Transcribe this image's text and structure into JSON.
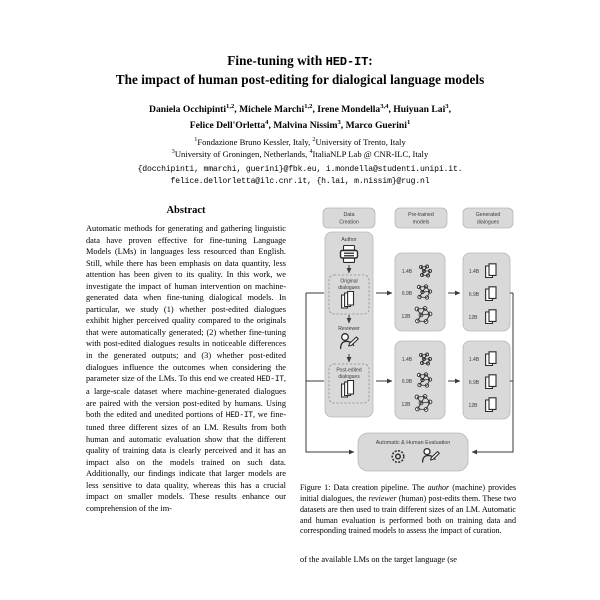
{
  "paper": {
    "title_line1_prefix": "Fine-tuning with ",
    "title_line1_mono": "HED-IT",
    "title_line1_suffix": ":",
    "title_line2": "The impact of human post-editing for dialogical language models",
    "authors_line1": "Daniela Occhipinti",
    "authors_line1_sup1": "1,2",
    "authors_line1_b": ", Michele Marchi",
    "authors_line1_sup2": "1,2",
    "authors_line1_c": ", Irene Mondella",
    "authors_line1_sup3": "3,4",
    "authors_line1_d": ", Huiyuan Lai",
    "authors_line1_sup4": "3",
    "authors_line1_e": ",",
    "authors_line2_a": "Felice Dell'Orletta",
    "authors_line2_sup1": "4",
    "authors_line2_b": ", Malvina Nissim",
    "authors_line2_sup2": "3",
    "authors_line2_c": ", Marco Guerini",
    "authors_line2_sup3": "1",
    "affil_line1_sup1": "1",
    "affil_line1_a": "Fondazione Bruno Kessler, Italy, ",
    "affil_line1_sup2": "2",
    "affil_line1_b": "University of Trento, Italy",
    "affil_line2_sup1": "3",
    "affil_line2_a": "University of Groningen, Netherlands, ",
    "affil_line2_sup2": "4",
    "affil_line2_b": "ItaliaNLP Lab @ CNR-ILC, Italy",
    "email_line1": "{docchipinti, mmarchi, guerini}@fbk.eu, i.mondella@studenti.unipi.it.",
    "email_line2": "felice.dellorletta@ilc.cnr.it, {h.lai, m.nissim}@rug.nl"
  },
  "abstract": {
    "heading": "Abstract",
    "para_part1": "Automatic methods for generating and gathering linguistic data have proven effective for fine-tuning Language Models (LMs) in languages less resourced than English. Still, while there has been emphasis on data quantity, less attention has been given to its quality. In this work, we investigate the impact of human intervention on machine-generated data when fine-tuning dialogical models. In particular, we study (1) whether post-edited dialogues exhibit higher perceived quality compared to the originals that were automatically generated; (2) whether fine-tuning with post-edited dialogues results in noticeable differences in the generated outputs; and (3) whether post-edited dialogues influence the outcomes when considering the parameter size of the LMs. To this end we created ",
    "dataset_name_1": "HED-IT",
    "para_part2": ", a large-scale dataset where machine-generated dialogues are paired with the version post-edited by humans. Using both the edited and unedited portions of ",
    "dataset_name_2": "HED-IT",
    "para_part3": ", we fine-tuned three different sizes of an LM. Results from both human and automatic evaluation show that the different quality of training data is clearly perceived and it has an impact also on the models trained on such data. Additionally, our findings indicate that larger models are less sensitive to data quality, whereas this has a crucial impact on smaller models. These results enhance our comprehension of the im-"
  },
  "figure": {
    "columns": {
      "data_creation": "Data\nCreation",
      "pretrained_models": "Pre-trained\nmodels",
      "generated_dialogues": "Generated\ndialogues"
    },
    "pipeline_nodes": {
      "author": "Author",
      "original_dialogues": "Original\ndialogues",
      "reviewer": "Reviewer",
      "post_edited_dialogues": "Post-edited\ndialogues"
    },
    "model_sizes": [
      "1.4B",
      "6.9B",
      "12B"
    ],
    "dialogue_sizes": [
      "1.4B",
      "6.9B",
      "12B"
    ],
    "evaluation_bar": "Automatic & Human Evaluation",
    "icons": {
      "author": "printer-icon",
      "original": "documents-icon",
      "reviewer": "person-edit-icon",
      "post_edited": "documents-icon",
      "model": "neural-network-icon",
      "dialogue": "document-stack-icon",
      "automatic_eval": "gear-icon",
      "human_eval": "person-eval-icon"
    },
    "colors": {
      "panel_fill": "#d9d9d9",
      "panel_stroke": "#b0b0b0",
      "text": "#3b3b3b",
      "arrow": "#3a3a3a"
    },
    "caption_prefix": "Figure 1: ",
    "caption_part1": "Data creation pipeline. The ",
    "caption_em1": "author",
    "caption_part2": " (machine) provides initial dialogues, the ",
    "caption_em2": "reviewer",
    "caption_part3": " (human) post-edits them. These two datasets are then used to train different sizes of an LM. Automatic and human evaluation is performed both on training data and corresponding trained models to assess the impact of curation."
  },
  "body_right": {
    "continuation": "of the available LMs on the target language (se"
  }
}
